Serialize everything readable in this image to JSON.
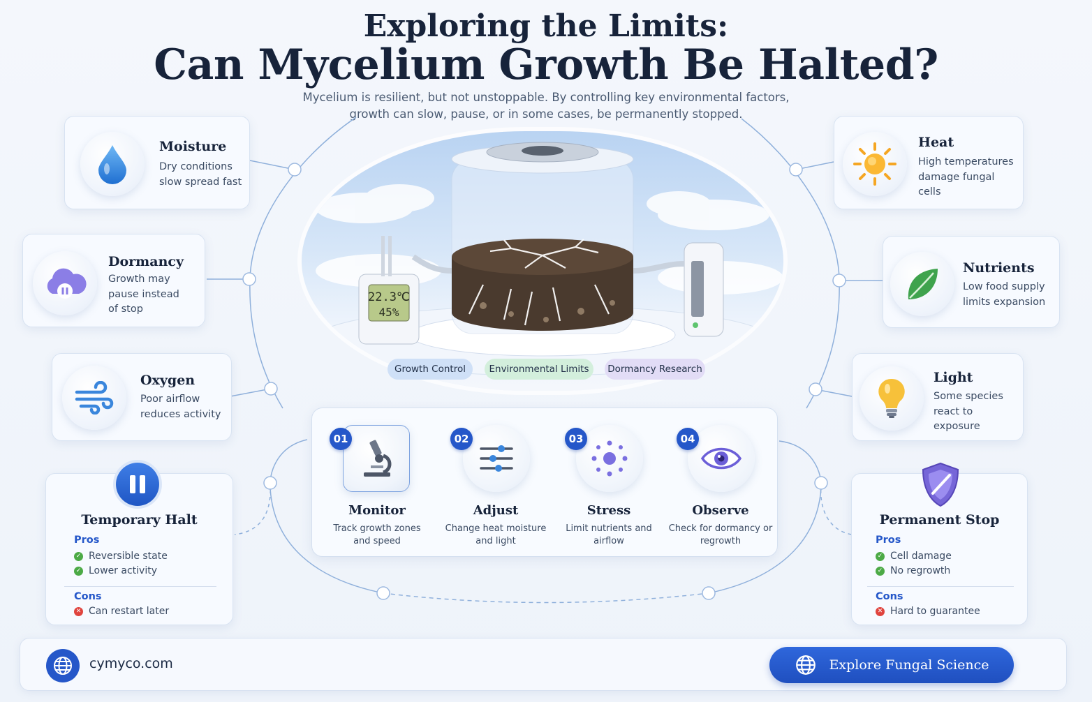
{
  "header": {
    "title_line1": "Exploring the Limits:",
    "title_line2": "Can Mycelium Growth Be Halted?",
    "subtitle": "Mycelium is resilient, but not unstoppable. By controlling key environmental factors, growth can slow, pause, or in some cases, be permanently stopped."
  },
  "factors_left": [
    {
      "title": "Moisture",
      "text": "Dry conditions slow spread fast",
      "icon": "water-drop-icon"
    },
    {
      "title": "Dormancy",
      "text": "Growth may pause instead of stop",
      "icon": "paused-cloud-icon"
    },
    {
      "title": "Oxygen",
      "text": "Poor airflow reduces activity",
      "icon": "wind-icon"
    }
  ],
  "factors_right": [
    {
      "title": "Heat",
      "text": "High temperatures damage fungal cells",
      "icon": "sun-icon"
    },
    {
      "title": "Nutrients",
      "text": "Low food supply limits expansion",
      "icon": "leaf-icon"
    },
    {
      "title": "Light",
      "text": "Some species react to exposure",
      "icon": "light-bulb-icon"
    }
  ],
  "hero": {
    "thermometer_temp": "22.3℃",
    "thermometer_humidity": "45%",
    "tags": [
      "Growth Control",
      "Environmental Limits",
      "Dormancy Research"
    ]
  },
  "steps": [
    {
      "num": "01",
      "title": "Monitor",
      "text": "Track growth zones and speed",
      "icon": "microscope-icon"
    },
    {
      "num": "02",
      "title": "Adjust",
      "text": "Change heat moisture and light",
      "icon": "sliders-icon"
    },
    {
      "num": "03",
      "title": "Stress",
      "text": "Limit nutrients and airflow",
      "icon": "dots-ring-icon"
    },
    {
      "num": "04",
      "title": "Observe",
      "text": "Check for dormancy or regrowth",
      "icon": "eye-icon"
    }
  ],
  "temporary_halt": {
    "title": "Temporary Halt",
    "pros_label": "Pros",
    "pros": [
      "Reversible state",
      "Lower activity"
    ],
    "cons_label": "Cons",
    "cons": [
      "Can restart later"
    ]
  },
  "permanent_stop": {
    "title": "Permanent Stop",
    "pros_label": "Pros",
    "pros": [
      "Cell damage",
      "No regrowth"
    ],
    "cons_label": "Cons",
    "cons": [
      "Hard to guarantee"
    ]
  },
  "footer": {
    "site": "cymyco.com",
    "cta_label": "Explore Fungal Science"
  },
  "colors": {
    "accent_blue": "#2557c9",
    "pro_green": "#4caa46",
    "con_red": "#e0443e",
    "tag_blue": "#cfe0f7",
    "tag_green": "#d3efdc",
    "tag_purple": "#e2dcf6"
  }
}
